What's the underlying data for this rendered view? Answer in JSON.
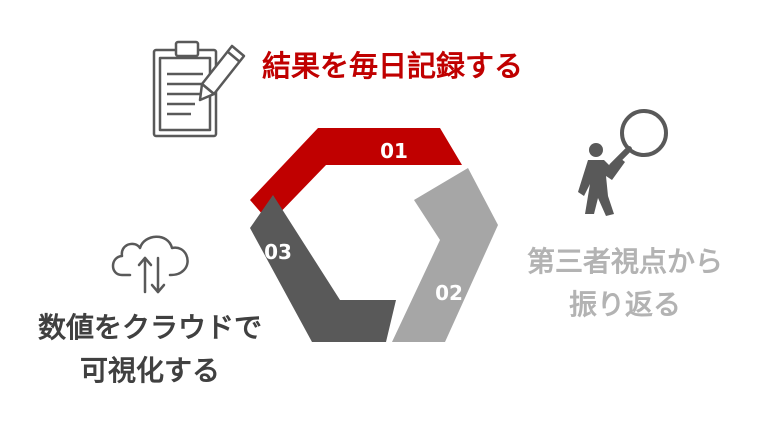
{
  "colors": {
    "accent_red": "#c00000",
    "light_gray": "#a6a6a6",
    "dark_gray": "#595959",
    "icon_gray": "#595959",
    "text_dark": "#404040",
    "text_light": "#b3b3b3"
  },
  "icons": [
    "clipboard-icon",
    "pencil-icon",
    "magnifier-person-icon",
    "cloud-sync-icon"
  ],
  "steps": [
    {
      "number": "01",
      "text": "結果を毎日記録する"
    },
    {
      "number": "02",
      "text_lines": [
        "第三者視点から",
        "振り返る"
      ]
    },
    {
      "number": "03",
      "text_lines": [
        "数値をクラウドで",
        "可視化する"
      ]
    }
  ]
}
